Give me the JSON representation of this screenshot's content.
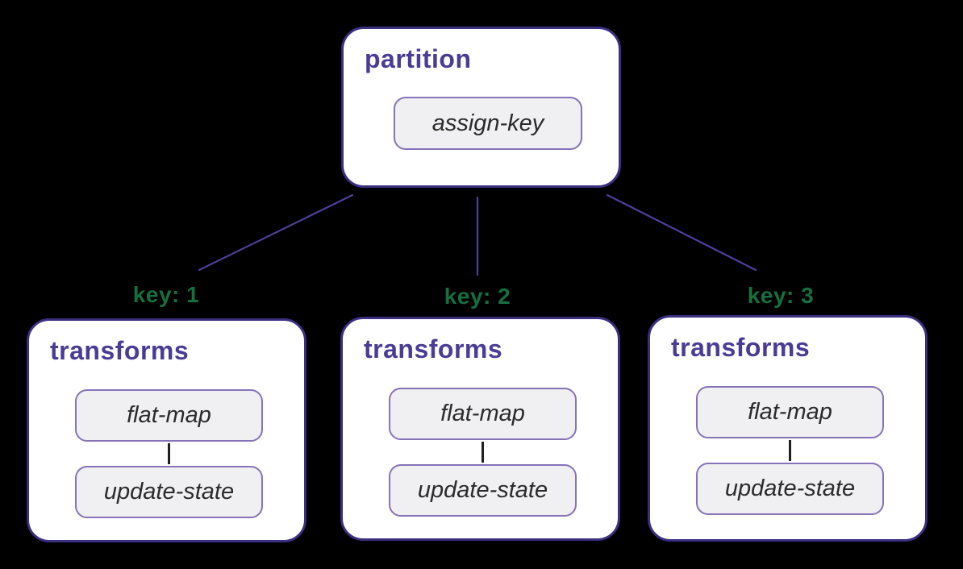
{
  "diagram": {
    "root": {
      "title": "partition",
      "op_label": "assign-key"
    },
    "branches": [
      {
        "key_label": "key: 1",
        "title": "transforms",
        "op_labels": [
          "flat-map",
          "update-state"
        ]
      },
      {
        "key_label": "key: 2",
        "title": "transforms",
        "op_labels": [
          "flat-map",
          "update-state"
        ]
      },
      {
        "key_label": "key: 3",
        "title": "transforms",
        "op_labels": [
          "flat-map",
          "update-state"
        ]
      }
    ],
    "colors": {
      "canvas_background": "#000000",
      "node_fill": "#ffffff",
      "node_border": "#3a2f80",
      "node_title_text": "#4a3b94",
      "op_fill": "#f0eff1",
      "op_border": "#8673b8",
      "op_text": "#2b2b2b",
      "key_label_text": "#166f3e",
      "edge_line": "#4e3f99",
      "op_connector_line": "#1f1f1f"
    }
  }
}
